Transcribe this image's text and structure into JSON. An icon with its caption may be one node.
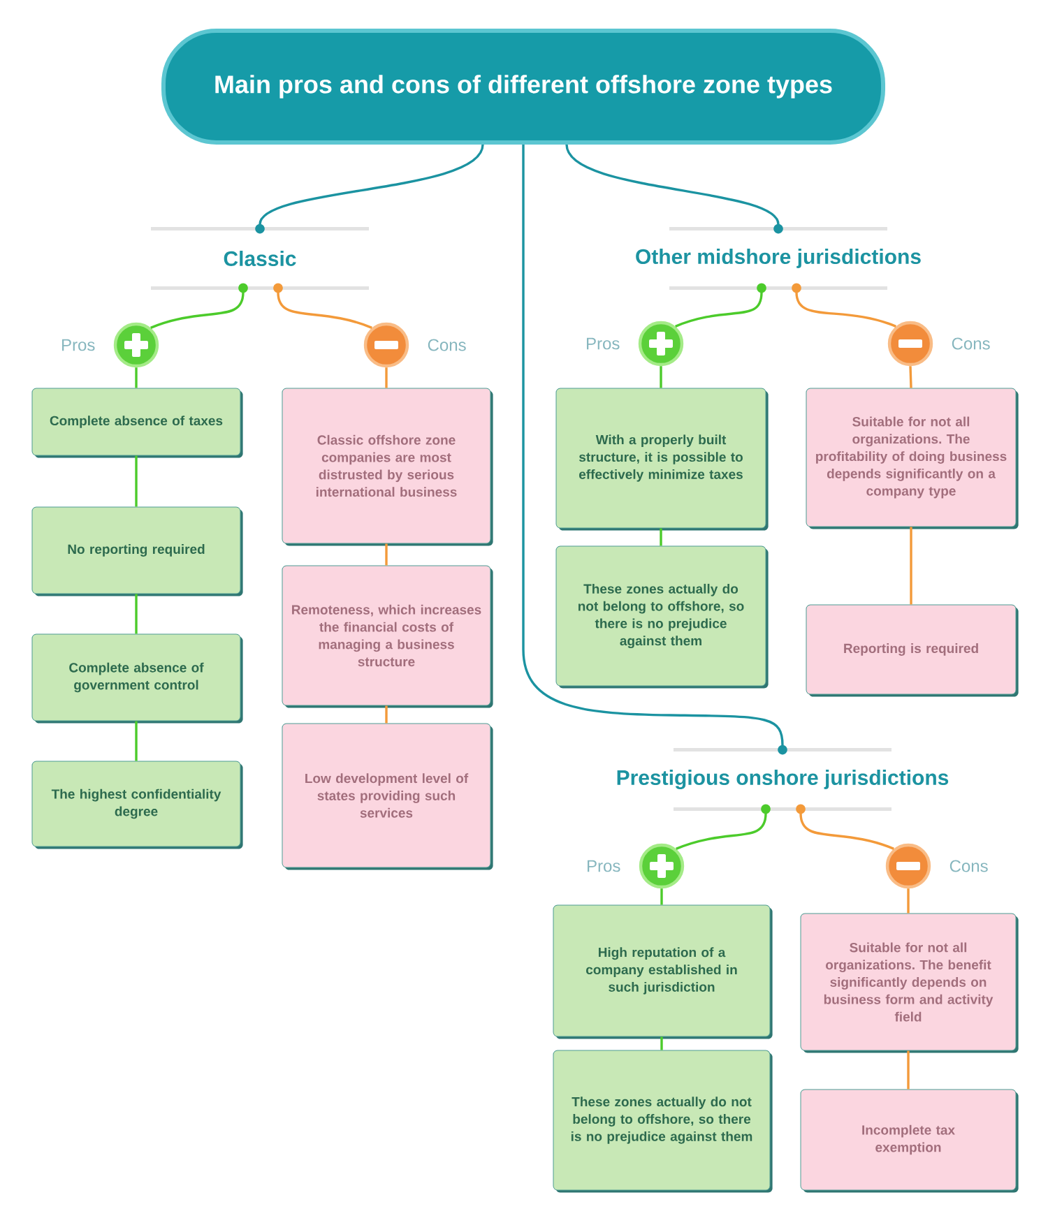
{
  "diagram": {
    "nodes": [
      {
        "text": [
          "Main pros and cons of different offshore zone types"
        ]
      },
      {
        "text": [
          "Classic"
        ]
      },
      {
        "text": [],
        "shape": "circle",
        "beside": [
          "Pros"
        ]
      },
      {
        "text": [],
        "shape": "circle",
        "beside": [
          "Cons"
        ]
      },
      {
        "text": [
          "Complete absence of taxes"
        ]
      },
      {
        "text": [
          "No reporting required"
        ]
      },
      {
        "text": [
          "Complete absence of government control"
        ]
      },
      {
        "text": [
          "The highest confidentiality degree"
        ]
      },
      {
        "text": [
          "Classic offshore zone companies are most distrusted by serious international business"
        ]
      },
      {
        "text": [
          "Remoteness, which increases the financial costs of managing a business structure"
        ]
      },
      {
        "text": [
          "Low development level of states providing such services"
        ]
      },
      {
        "text": [
          "Other midshore jurisdictions"
        ]
      },
      {
        "text": [],
        "shape": "circle",
        "beside": [
          "Pros"
        ]
      },
      {
        "text": [],
        "shape": "circle",
        "beside": [
          "Cons"
        ]
      },
      {
        "text": [
          "With a properly built structure, it is possible to effectively minimize taxes"
        ]
      },
      {
        "text": [
          "These zones actually do not belong to offshore, so there is no prejudice against them"
        ]
      },
      {
        "text": [
          "Suitable for not all organizations. The profitability of doing business depends significantly on a company type"
        ]
      },
      {
        "text": [
          "Reporting is required"
        ]
      },
      {
        "text": [
          "Prestigious onshore jurisdictions"
        ]
      },
      {
        "text": [],
        "shape": "circle",
        "beside": [
          "Pros"
        ]
      },
      {
        "text": [],
        "shape": "circle",
        "beside": [
          "Cons"
        ]
      },
      {
        "text": [
          "High reputation of a company established in such jurisdiction"
        ]
      },
      {
        "text": [
          "These zones actually do not belong to offshore, so there is no prejudice against them"
        ]
      },
      {
        "text": [
          "Suitable for not all organizations. The benefit significantly depends on business form and activity field"
        ]
      },
      {
        "text": [
          "Incomplete tax exemption"
        ]
      }
    ],
    "edges": [
      {
        "from": 0,
        "to": 1,
        "arrow": "other",
        "color": "#1b93a1"
      },
      {
        "from": 0,
        "to": 11,
        "arrow": "other",
        "color": "#1b93a1"
      },
      {
        "from": 0,
        "to": 18,
        "arrow": "other",
        "color": "#1b93a1"
      },
      {
        "from": 2,
        "to": 1,
        "arrow": "other"
      },
      {
        "from": 3,
        "to": 1,
        "arrow": "other",
        "color": "#f39a3a"
      },
      {
        "from": 2,
        "to": 4,
        "arrow": "none"
      },
      {
        "from": 4,
        "to": 5,
        "arrow": "none"
      },
      {
        "from": 5,
        "to": 6,
        "arrow": "none"
      },
      {
        "from": 6,
        "to": 7,
        "arrow": "none"
      },
      {
        "from": 3,
        "to": 8,
        "arrow": "none",
        "color": "#f39a3a"
      },
      {
        "from": 8,
        "to": 9,
        "arrow": "none",
        "color": "#f39a3a"
      },
      {
        "from": 9,
        "to": 10,
        "arrow": "none",
        "color": "#f39a3a"
      },
      {
        "from": 12,
        "to": 11,
        "arrow": "other"
      },
      {
        "from": 13,
        "to": 11,
        "arrow": "other",
        "color": "#f39a3a"
      },
      {
        "from": 12,
        "to": 14,
        "arrow": "none"
      },
      {
        "from": 14,
        "to": 15,
        "arrow": "none"
      },
      {
        "from": 13,
        "to": 16,
        "arrow": "none",
        "color": "#f39a3a"
      },
      {
        "from": 16,
        "to": 17,
        "arrow": "none",
        "color": "#f39a3a"
      },
      {
        "from": 19,
        "to": 18,
        "arrow": "other"
      },
      {
        "from": 20,
        "to": 18,
        "arrow": "other",
        "color": "#f39a3a"
      },
      {
        "from": 19,
        "to": 21,
        "arrow": "none"
      },
      {
        "from": 21,
        "to": 22,
        "arrow": "none"
      },
      {
        "from": 20,
        "to": 23,
        "arrow": "none",
        "color": "#f39a3a"
      },
      {
        "from": 23,
        "to": 24,
        "arrow": "none",
        "color": "#f39a3a"
      }
    ]
  }
}
